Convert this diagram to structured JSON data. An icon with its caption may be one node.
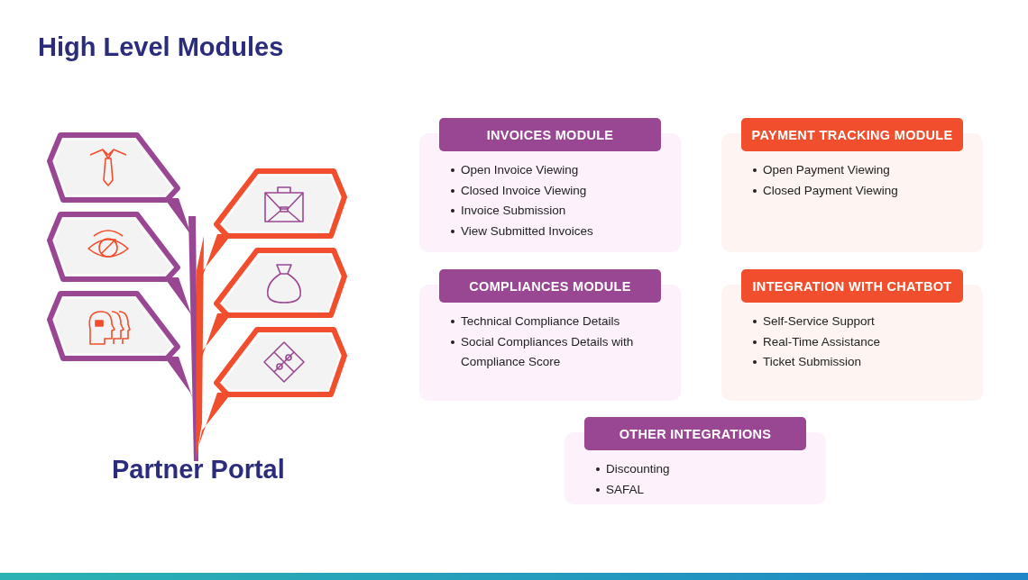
{
  "diagram": {
    "title": "High Level Modules",
    "nodes": [
      {
        "text": [
          "INVOICES MODULE",
          "Open Invoice Viewing",
          "Closed Invoice Viewing",
          "Invoice Submission",
          "View Submitted Invoices"
        ]
      },
      {
        "text": [
          "PAYMENT TRACKING MODULE",
          "Open Payment Viewing",
          "Closed Payment Viewing"
        ]
      },
      {
        "text": [
          "COMPLIANCES MODULE",
          "Technical Compliance Details",
          "Social Compliances Details with Compliance Score"
        ]
      },
      {
        "text": [
          "INTEGRATION WITH CHATBOT",
          "Self-Service Support",
          "Real-Time Assistance",
          "Ticket Submission"
        ]
      },
      {
        "text": [
          "OTHER INTEGRATIONS",
          "Discounting",
          "SAFAL"
        ]
      }
    ],
    "labels": [
      "Partner Portal"
    ]
  }
}
